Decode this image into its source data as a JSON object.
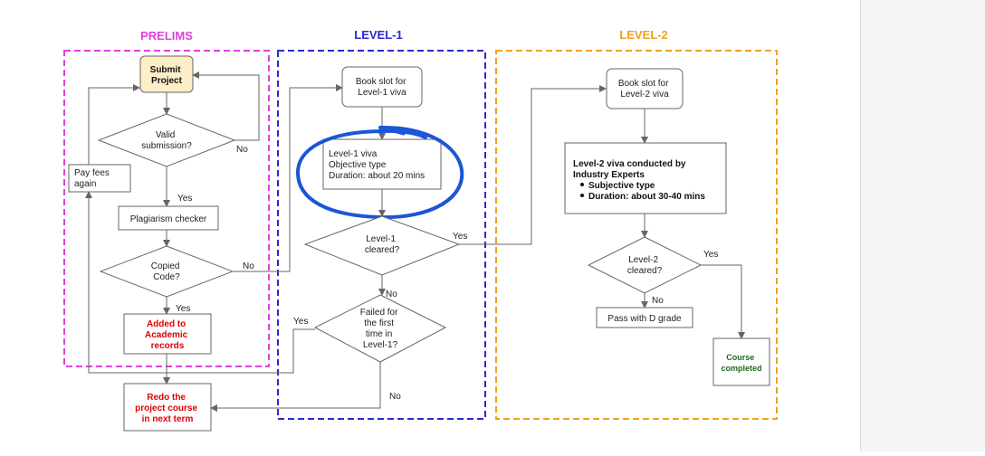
{
  "colors": {
    "prelims": "#e040e0",
    "level1": "#2a2ad0",
    "level2": "#f0a020",
    "alert_text": "#e00000",
    "completed_text": "#1c6b1c",
    "annotation": "#1a56d6",
    "submit_fill": "#fdeec8"
  },
  "sections": {
    "prelims": "PRELIMS",
    "level1": "LEVEL-1",
    "level2": "LEVEL-2"
  },
  "nodes": {
    "submit": [
      "Submit",
      "Project"
    ],
    "valid": [
      "Valid",
      "submission?"
    ],
    "pay_fees": [
      "Pay fees",
      "again"
    ],
    "plagiarism": "Plagiarism checker",
    "copied": [
      "Copied",
      "Code?"
    ],
    "added": [
      "Added to",
      "Academic",
      "records"
    ],
    "redo": [
      "Redo the",
      "project course",
      "in next term"
    ],
    "book1": [
      "Book slot for",
      "Level-1 viva"
    ],
    "viva1": [
      "Level-1 viva",
      "Objective type",
      "Duration: about 20 mins"
    ],
    "cleared1": [
      "Level-1",
      "cleared?"
    ],
    "failed": [
      "Failed for",
      "the first",
      "time in",
      "Level-1?"
    ],
    "book2": [
      "Book slot for",
      "Level-2 viva"
    ],
    "viva2_title": [
      "Level-2 viva conducted by",
      "Industry Experts"
    ],
    "viva2_bullets": [
      "Subjective type",
      "Duration: about 30-40 mins"
    ],
    "cleared2": [
      "Level-2",
      "cleared?"
    ],
    "pass_d": "Pass with D grade",
    "completed": [
      "Course",
      "completed"
    ]
  },
  "edge_labels": {
    "valid_no": "No",
    "valid_yes": "Yes",
    "copied_no": "No",
    "copied_yes": "Yes",
    "cleared1_yes": "Yes",
    "cleared1_no": "No",
    "failed_yes": "Yes",
    "failed_no": "No",
    "cleared2_yes": "Yes",
    "cleared2_no": "No"
  }
}
